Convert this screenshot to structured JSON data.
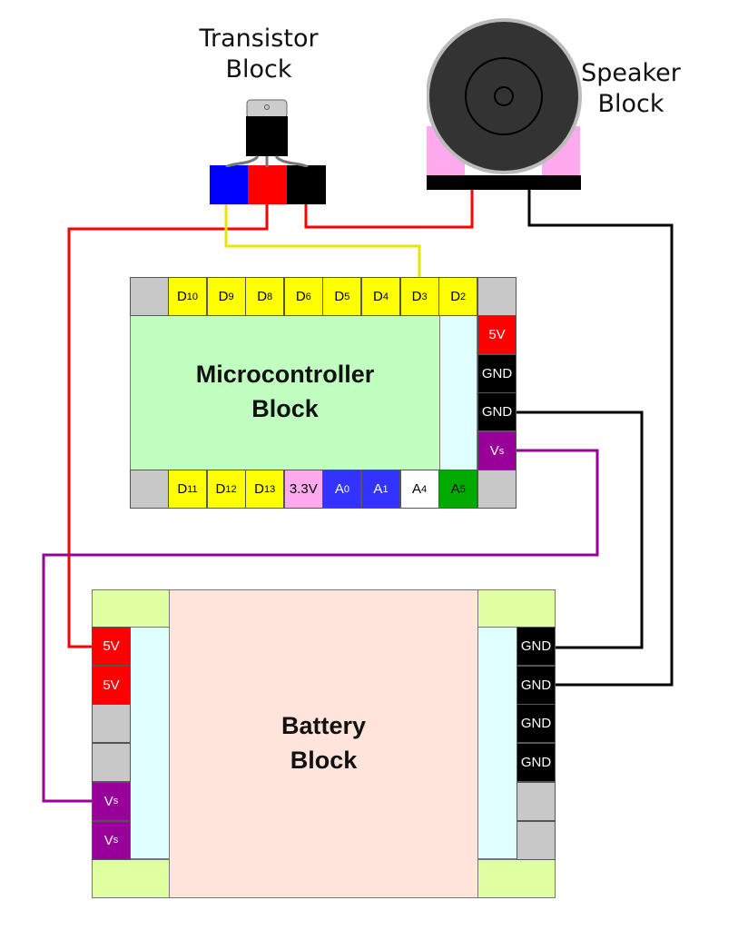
{
  "colors": {
    "yellow_pin": "#ffff00",
    "gray_pin": "#c8c8c8",
    "red_pin": "#ff0000",
    "black_pin": "#000000",
    "purple_pin": "#990099",
    "blue_pin": "#3333ff",
    "pink_pin": "#ffaaee",
    "white_pin": "#ffffff",
    "green_pin": "#00aa00",
    "mcu_body": "#c0ffc0",
    "battery_body": "#ffe4dc",
    "light_cyan": "#e0ffff",
    "battery_corner": "#e0ffa0",
    "wire_red": "#ff0000",
    "wire_yellow": "#e6e600",
    "wire_black": "#000000",
    "wire_purple": "#990099"
  },
  "transistor": {
    "label_line1": "Transistor",
    "label_line2": "Block",
    "pins": [
      "blue",
      "red",
      "black"
    ]
  },
  "speaker": {
    "label_line1": "Speaker",
    "label_line2": "Block"
  },
  "microcontroller": {
    "title_line1": "Microcontroller",
    "title_line2": "Block",
    "top_pins": [
      {
        "main": "D",
        "sub": "10"
      },
      {
        "main": "D",
        "sub": "9"
      },
      {
        "main": "D",
        "sub": "8"
      },
      {
        "main": "D",
        "sub": "6"
      },
      {
        "main": "D",
        "sub": "5"
      },
      {
        "main": "D",
        "sub": "4"
      },
      {
        "main": "D",
        "sub": "3"
      },
      {
        "main": "D",
        "sub": "2"
      }
    ],
    "bottom_pins": [
      {
        "main": "D",
        "sub": "11",
        "color": "yellow"
      },
      {
        "main": "D",
        "sub": "12",
        "color": "yellow"
      },
      {
        "main": "D",
        "sub": "13",
        "color": "yellow"
      },
      {
        "main": "3.3V",
        "sub": "",
        "color": "pink"
      },
      {
        "main": "A",
        "sub": "0",
        "color": "blue"
      },
      {
        "main": "A",
        "sub": "1",
        "color": "blue"
      },
      {
        "main": "A",
        "sub": "4",
        "color": "white"
      },
      {
        "main": "A",
        "sub": "5",
        "color": "green"
      }
    ],
    "right_pins": [
      {
        "main": "5V",
        "sub": "",
        "color": "red"
      },
      {
        "main": "GND",
        "sub": "",
        "color": "black"
      },
      {
        "main": "GND",
        "sub": "",
        "color": "black"
      },
      {
        "main": "V",
        "sub": "s",
        "color": "purple"
      }
    ]
  },
  "battery": {
    "title_line1": "Battery",
    "title_line2": "Block",
    "left_pins": [
      {
        "main": "5V",
        "sub": "",
        "color": "red"
      },
      {
        "main": "5V",
        "sub": "",
        "color": "red"
      },
      {
        "main": "",
        "sub": "",
        "color": "gray"
      },
      {
        "main": "",
        "sub": "",
        "color": "gray"
      },
      {
        "main": "V",
        "sub": "s",
        "color": "purple"
      },
      {
        "main": "V",
        "sub": "s",
        "color": "purple"
      }
    ],
    "right_pins": [
      {
        "main": "GND",
        "sub": "",
        "color": "black"
      },
      {
        "main": "GND",
        "sub": "",
        "color": "black"
      },
      {
        "main": "GND",
        "sub": "",
        "color": "black"
      },
      {
        "main": "GND",
        "sub": "",
        "color": "black"
      },
      {
        "main": "",
        "sub": "",
        "color": "gray"
      },
      {
        "main": "",
        "sub": "",
        "color": "gray"
      }
    ]
  },
  "connections": [
    {
      "from": "transistor-red",
      "to": "battery-5V",
      "color": "red"
    },
    {
      "from": "transistor-blue",
      "to": "mcu-D3",
      "color": "yellow"
    },
    {
      "from": "transistor-black",
      "to": "speaker-left",
      "color": "red"
    },
    {
      "from": "speaker-right",
      "to": "battery-GND-2",
      "color": "black"
    },
    {
      "from": "mcu-GND-2",
      "to": "battery-GND-1",
      "color": "black"
    },
    {
      "from": "mcu-Vs",
      "to": "battery-Vs-1",
      "color": "purple"
    }
  ]
}
